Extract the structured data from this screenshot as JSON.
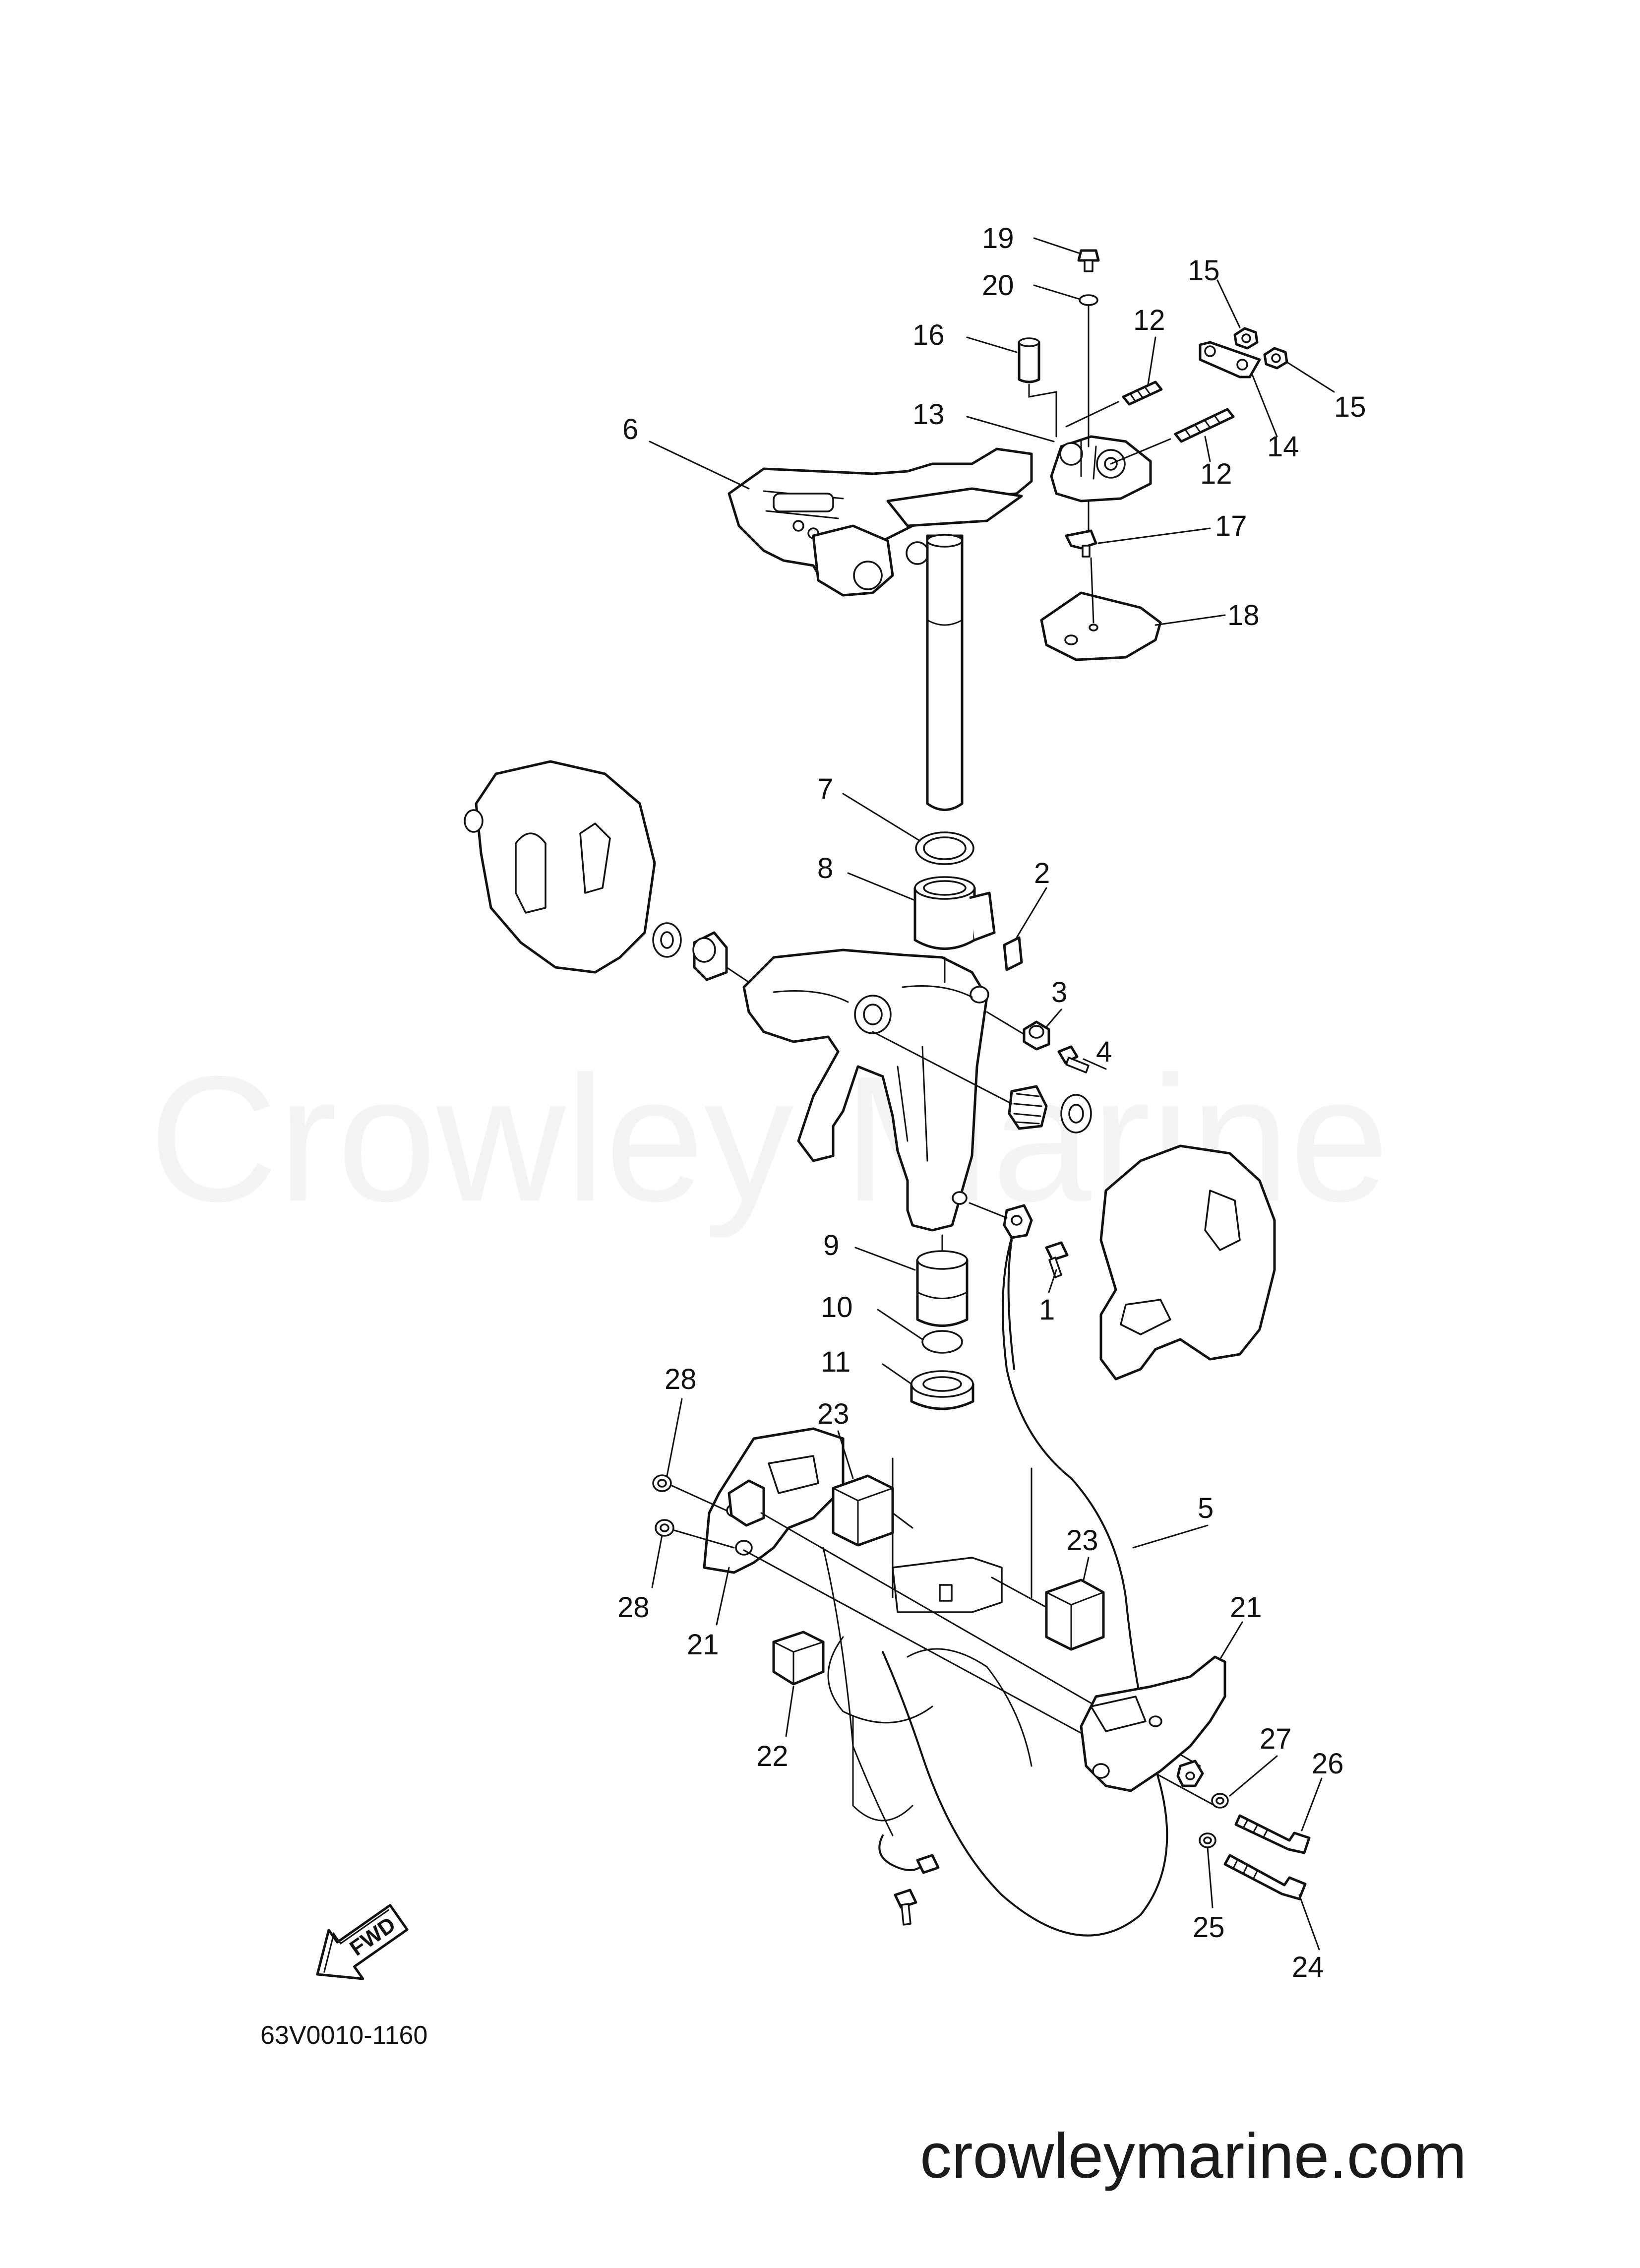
{
  "watermark": "Crowley Marine",
  "footer_url": "crowleymarine.com",
  "diagram_code": "63V0010-1160",
  "fwd_label": "FWD",
  "callouts": [
    {
      "id": "c19",
      "text": "19"
    },
    {
      "id": "c20",
      "text": "20"
    },
    {
      "id": "c15a",
      "text": "15"
    },
    {
      "id": "c12a",
      "text": "12"
    },
    {
      "id": "c16",
      "text": "16"
    },
    {
      "id": "c15b",
      "text": "15"
    },
    {
      "id": "c13",
      "text": "13"
    },
    {
      "id": "c14",
      "text": "14"
    },
    {
      "id": "c6",
      "text": "6"
    },
    {
      "id": "c12b",
      "text": "12"
    },
    {
      "id": "c17",
      "text": "17"
    },
    {
      "id": "c18",
      "text": "18"
    },
    {
      "id": "c7",
      "text": "7"
    },
    {
      "id": "c8",
      "text": "8"
    },
    {
      "id": "c2",
      "text": "2"
    },
    {
      "id": "c3",
      "text": "3"
    },
    {
      "id": "c4",
      "text": "4"
    },
    {
      "id": "c9",
      "text": "9"
    },
    {
      "id": "c1",
      "text": "1"
    },
    {
      "id": "c10",
      "text": "10"
    },
    {
      "id": "c11",
      "text": "11"
    },
    {
      "id": "c28a",
      "text": "28"
    },
    {
      "id": "c23a",
      "text": "23"
    },
    {
      "id": "c5",
      "text": "5"
    },
    {
      "id": "c23b",
      "text": "23"
    },
    {
      "id": "c28b",
      "text": "28"
    },
    {
      "id": "c21a",
      "text": "21"
    },
    {
      "id": "c21b",
      "text": "21"
    },
    {
      "id": "c22",
      "text": "22"
    },
    {
      "id": "c27",
      "text": "27"
    },
    {
      "id": "c26",
      "text": "26"
    },
    {
      "id": "c25",
      "text": "25"
    },
    {
      "id": "c24",
      "text": "24"
    }
  ]
}
